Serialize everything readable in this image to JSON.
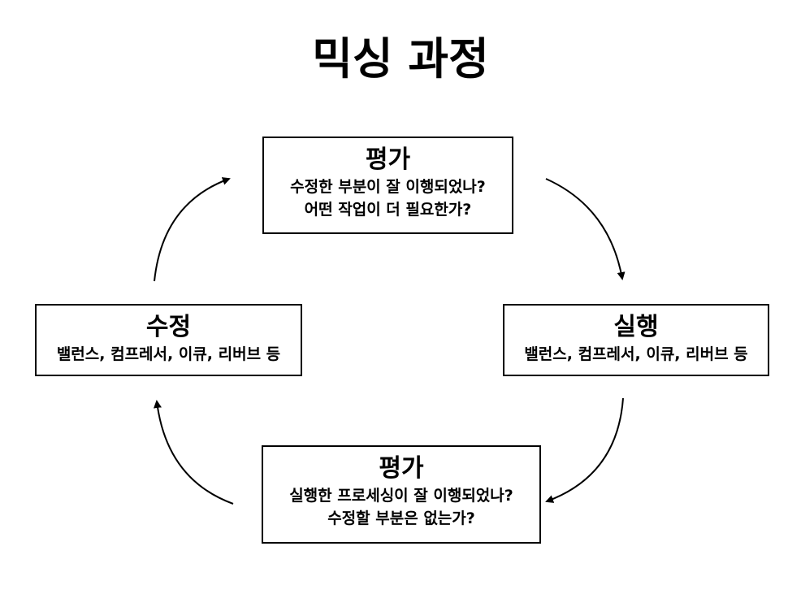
{
  "title": "믹싱 과정",
  "boxes": {
    "top": {
      "heading": "평가",
      "lines": [
        "수정한 부분이 잘 이행되었나?",
        "어떤 작업이 더 필요한가?"
      ]
    },
    "right": {
      "heading": "실행",
      "lines": [
        "밸런스, 컴프레서, 이큐, 리버브 등"
      ]
    },
    "left": {
      "heading": "수정",
      "lines": [
        "밸런스, 컴프레서, 이큐, 리버브 등"
      ]
    },
    "bottom": {
      "heading": "평가",
      "lines": [
        "실행한 프로세싱이 잘 이행되었나?",
        "수정할 부분은 없는가?"
      ]
    }
  }
}
